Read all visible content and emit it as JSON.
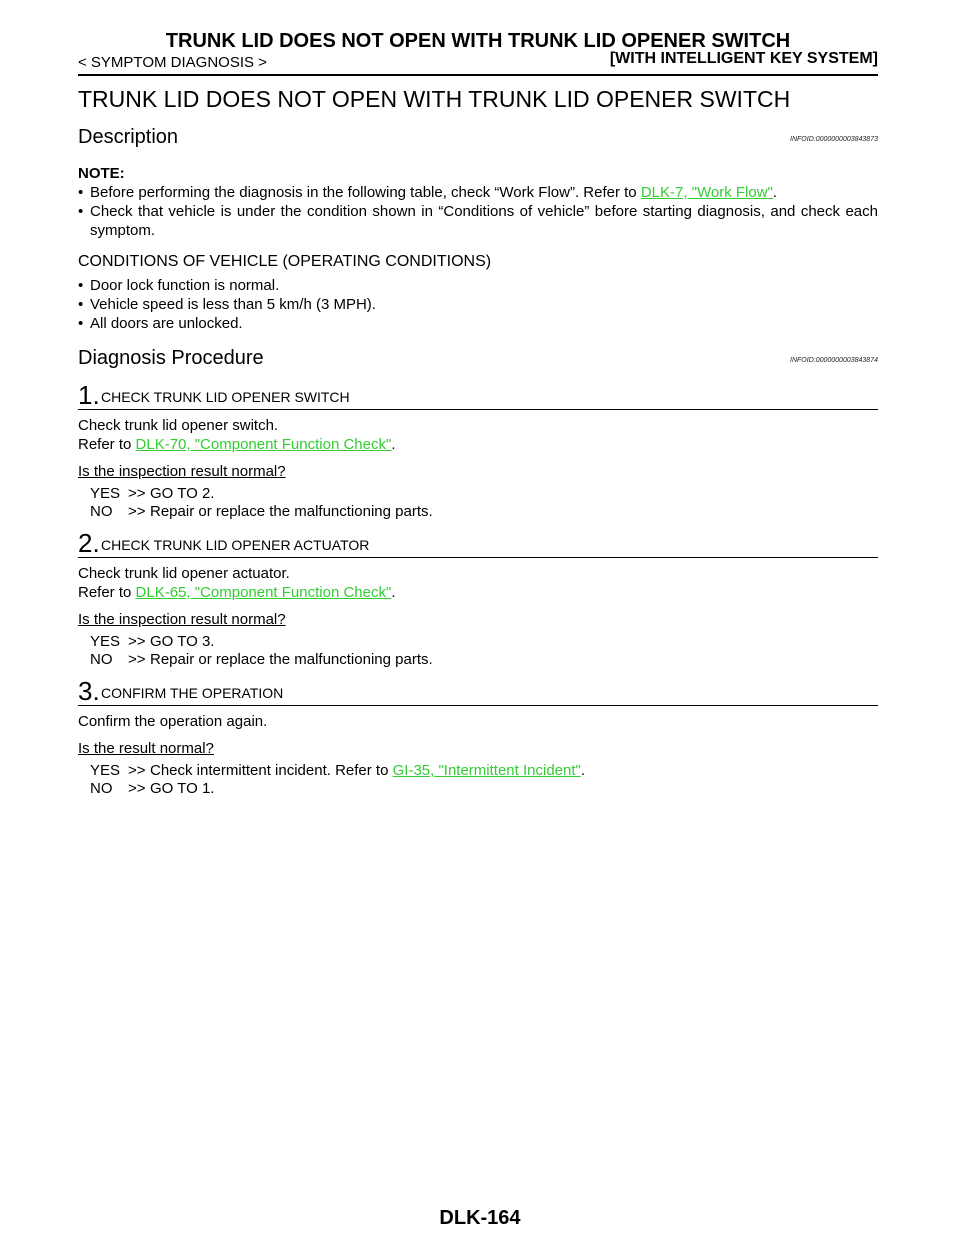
{
  "header": {
    "running_title": "TRUNK LID DOES NOT OPEN WITH TRUNK LID OPENER SWITCH",
    "breadcrumb": "< SYMPTOM DIAGNOSIS >",
    "system": "[WITH INTELLIGENT KEY SYSTEM]"
  },
  "main_title": "TRUNK LID DOES NOT OPEN WITH TRUNK LID OPENER SWITCH",
  "description": {
    "heading": "Description",
    "infoid": "INFOID:0000000003843873",
    "note_label": "NOTE:",
    "bullet1_pre": "Before performing the diagnosis in the following table, check “Work Flow”. Refer to ",
    "bullet1_link": "DLK-7, \"Work Flow\"",
    "bullet1_post": ".",
    "bullet2": "Check that vehicle is under the condition shown in “Conditions of vehicle” before starting diagnosis, and check each symptom."
  },
  "conditions": {
    "heading": "CONDITIONS OF VEHICLE (OPERATING CONDITIONS)",
    "items": [
      "Door lock function is normal.",
      "Vehicle speed is less than 5 km/h (3 MPH).",
      "All doors are unlocked."
    ]
  },
  "procedure": {
    "heading": "Diagnosis Procedure",
    "infoid": "INFOID:0000000003843874",
    "steps": [
      {
        "number": "1.",
        "title": "CHECK TRUNK LID OPENER SWITCH",
        "line1": "Check trunk lid opener switch.",
        "refer": "Refer to ",
        "link": "DLK-70, \"Component Function Check\"",
        "refer_end": ".",
        "question": "Is the inspection result normal?",
        "yes_key": "YES",
        "yes_arrow": ">>",
        "yes_text": "GO TO 2.",
        "no_key": "NO",
        "no_arrow": ">>",
        "no_text": "Repair or replace the malfunctioning parts."
      },
      {
        "number": "2.",
        "title": "CHECK TRUNK LID OPENER ACTUATOR",
        "line1": "Check trunk lid opener actuator.",
        "refer": "Refer to ",
        "link": "DLK-65, \"Component Function Check\"",
        "refer_end": ".",
        "question": "Is the inspection result normal?",
        "yes_key": "YES",
        "yes_arrow": ">>",
        "yes_text": "GO TO 3.",
        "no_key": "NO",
        "no_arrow": ">>",
        "no_text": "Repair or replace the malfunctioning parts."
      },
      {
        "number": "3.",
        "title": "CONFIRM THE OPERATION",
        "line1": "Confirm the operation again.",
        "question": "Is the result normal?",
        "yes_key": "YES",
        "yes_arrow": ">>",
        "yes_text_pre": "Check intermittent incident. Refer to ",
        "yes_link": "GI-35, \"Intermittent Incident\"",
        "yes_text_post": ".",
        "no_key": "NO",
        "no_arrow": ">>",
        "no_text": "GO TO 1."
      }
    ]
  },
  "footer": {
    "page_number": "DLK-164"
  }
}
